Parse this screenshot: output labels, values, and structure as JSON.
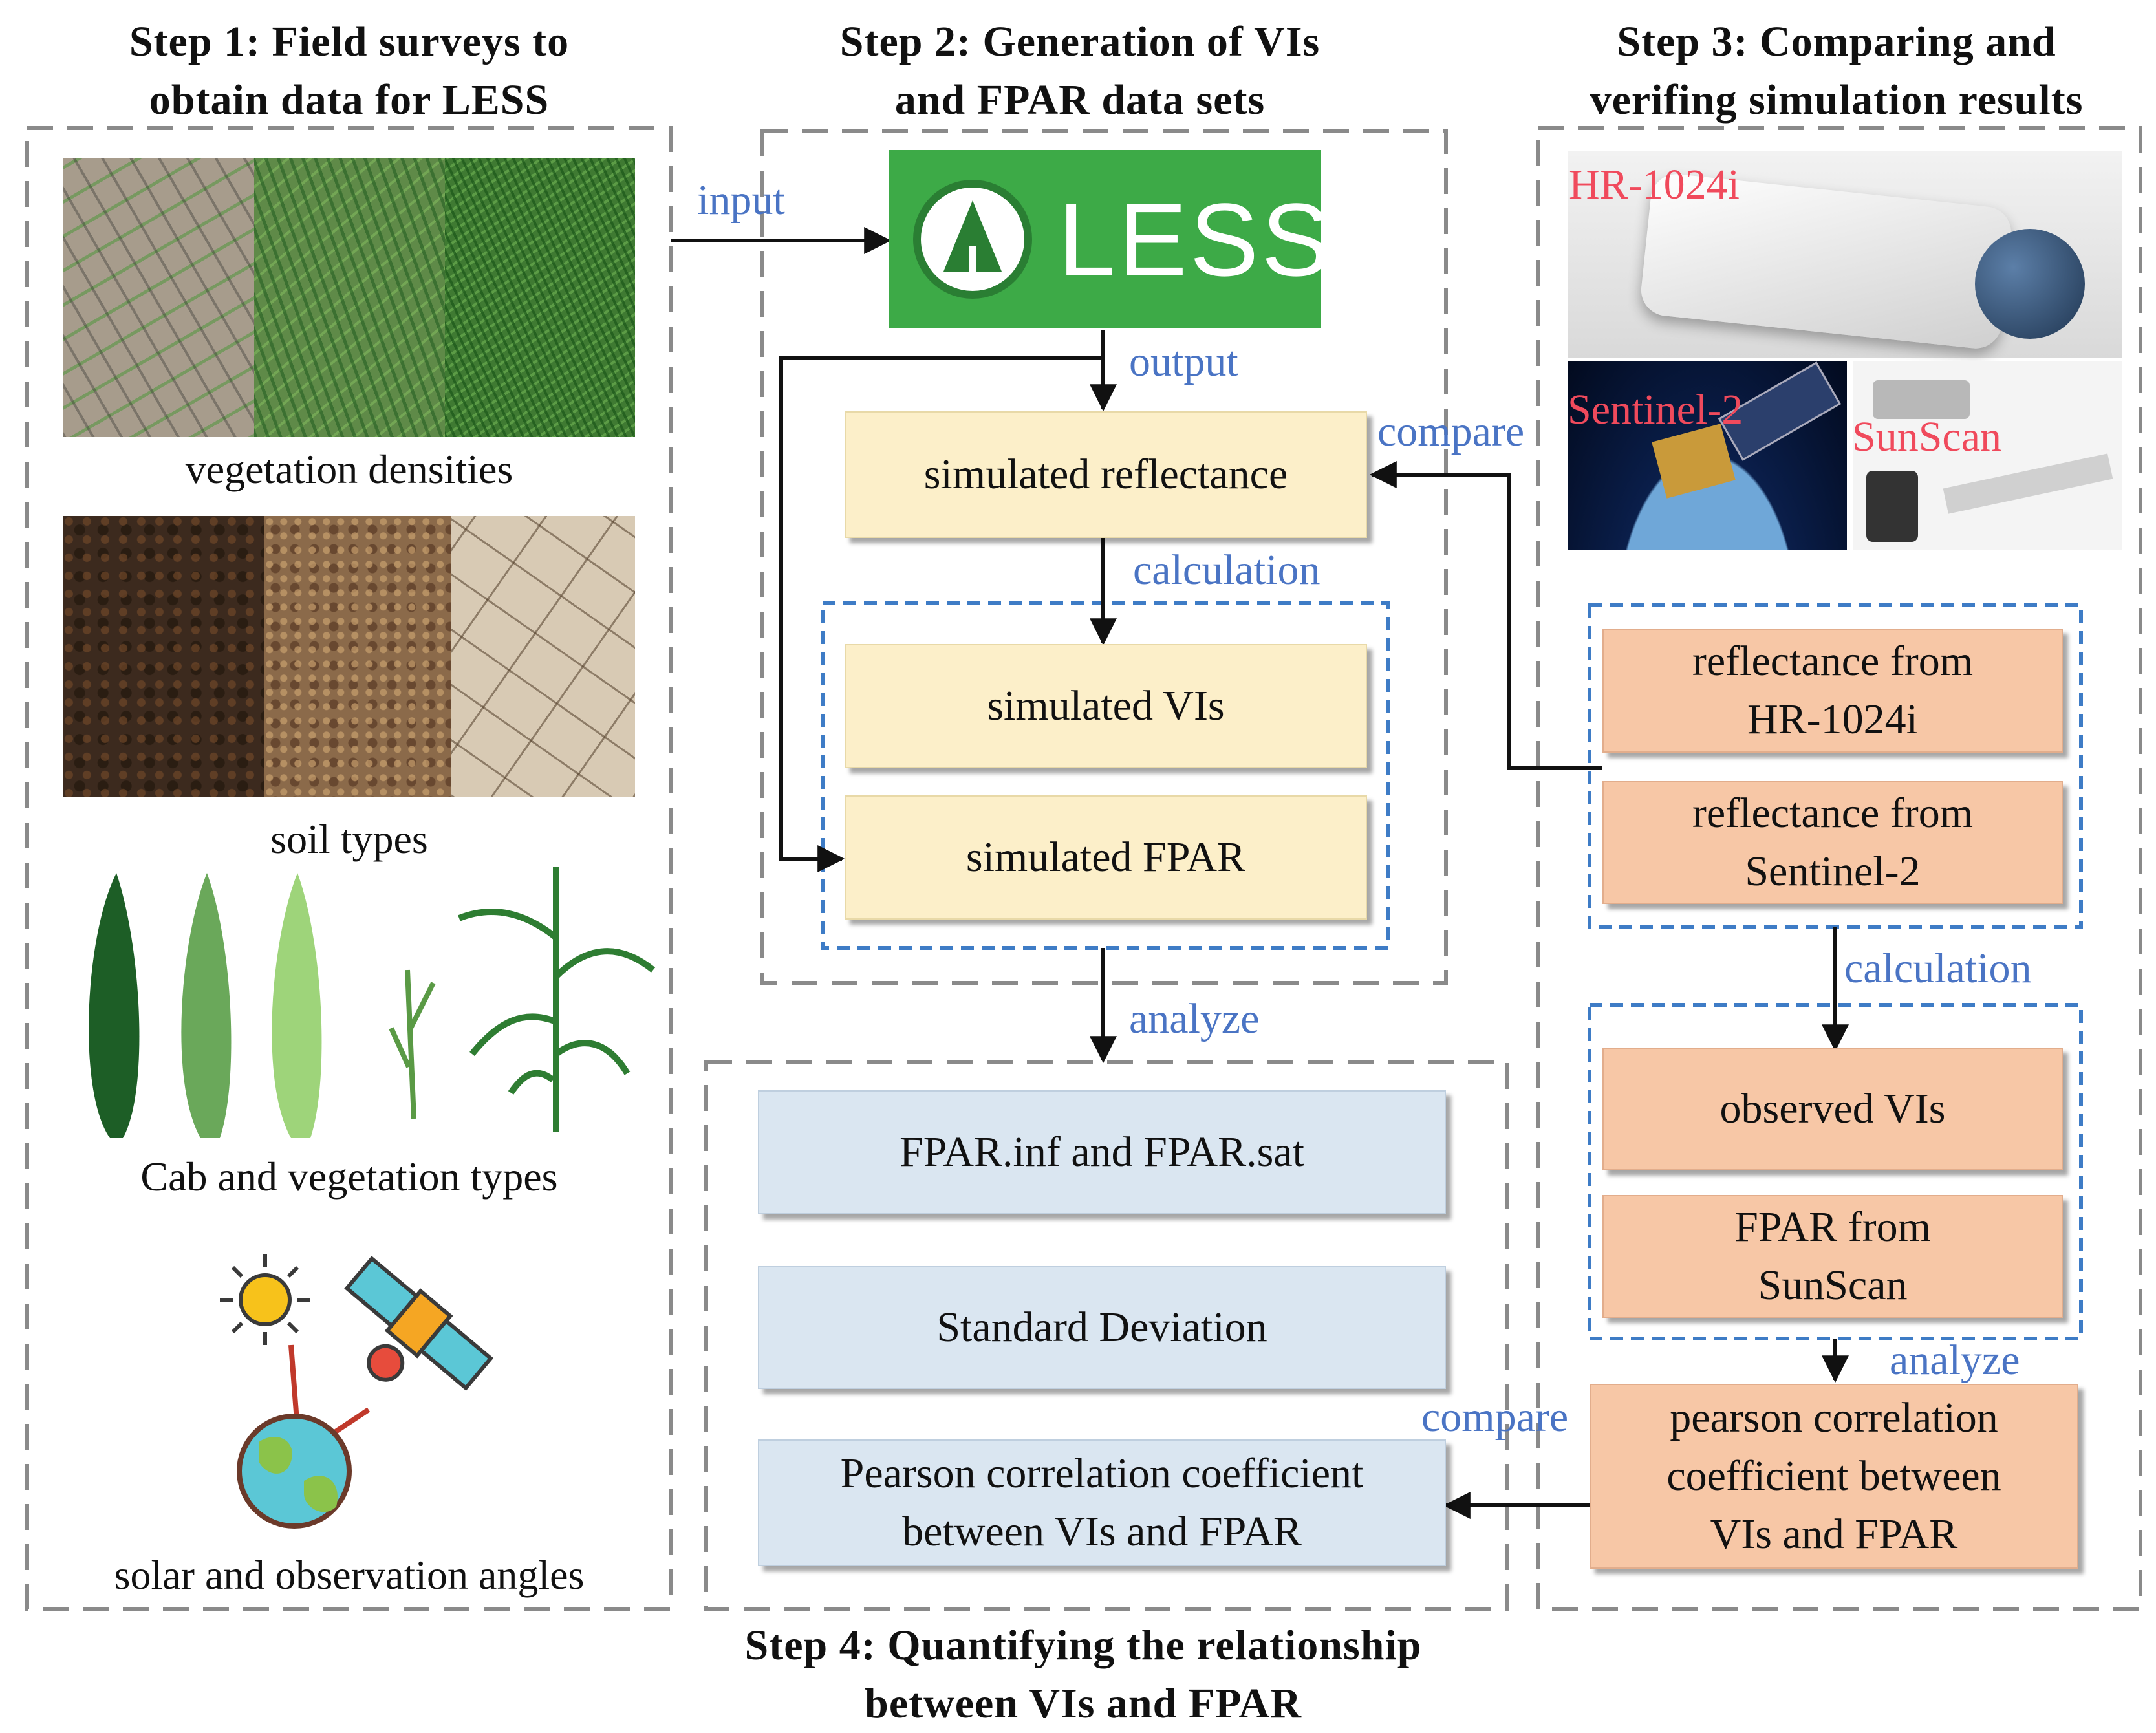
{
  "headings": {
    "step1": [
      "Step 1: Field surveys to",
      "obtain data for LESS"
    ],
    "step2": [
      "Step 2: Generation of VIs",
      "and FPAR data sets"
    ],
    "step3": [
      "Step 3: Comparing and",
      "verifing simulation results"
    ],
    "step4": [
      "Step 4: Quantifying the relationship",
      "between VIs and FPAR"
    ]
  },
  "step1": {
    "captions": {
      "densities": "vegetation densities",
      "soil": "soil types",
      "cab": "Cab  and vegetation  types",
      "angles": "solar and observation angles"
    },
    "icons": [
      "sun-icon",
      "satellite-icon",
      "earth-icon"
    ]
  },
  "step2": {
    "logo_text": "LESS",
    "boxes": {
      "reflectance": "simulated reflectance",
      "vis": "simulated VIs",
      "fpar": "simulated FPAR"
    }
  },
  "step3": {
    "instruments": {
      "hr": "HR-1024i",
      "sentinel": "Sentinel-2",
      "sunscan": "SunScan"
    },
    "boxes": {
      "refl_hr": [
        "reflectance  from",
        "HR-1024i"
      ],
      "refl_s2": [
        "reflectance  from",
        "Sentinel-2"
      ],
      "obs_vis": "observed VIs",
      "fpar_ss": [
        "FPAR  from",
        "SunScan"
      ],
      "pearson": [
        "pearson  correlation",
        "coefficient  between",
        "VIs and FPAR"
      ]
    }
  },
  "step4": {
    "boxes": {
      "fpar_inf": "FPAR.inf and FPAR.sat",
      "std": "Standard  Deviation",
      "pearson": [
        "Pearson  correlation  coefficient",
        "between VIs and FPAR"
      ]
    }
  },
  "flow_labels": {
    "input": "input",
    "output": "output",
    "compare_top": "compare",
    "calculation_2": "calculation",
    "calculation_3": "calculation",
    "analyze_2": "analyze",
    "analyze_3": "analyze",
    "compare_bottom": "compare"
  },
  "colors": {
    "less_green": "#3daa47",
    "yellow_box": "#fcefc9",
    "blue_box": "#dae6f1",
    "orange_box": "#f7c7a6",
    "label_blue": "#4a74c4",
    "instrument_label": "#f04a5c"
  }
}
